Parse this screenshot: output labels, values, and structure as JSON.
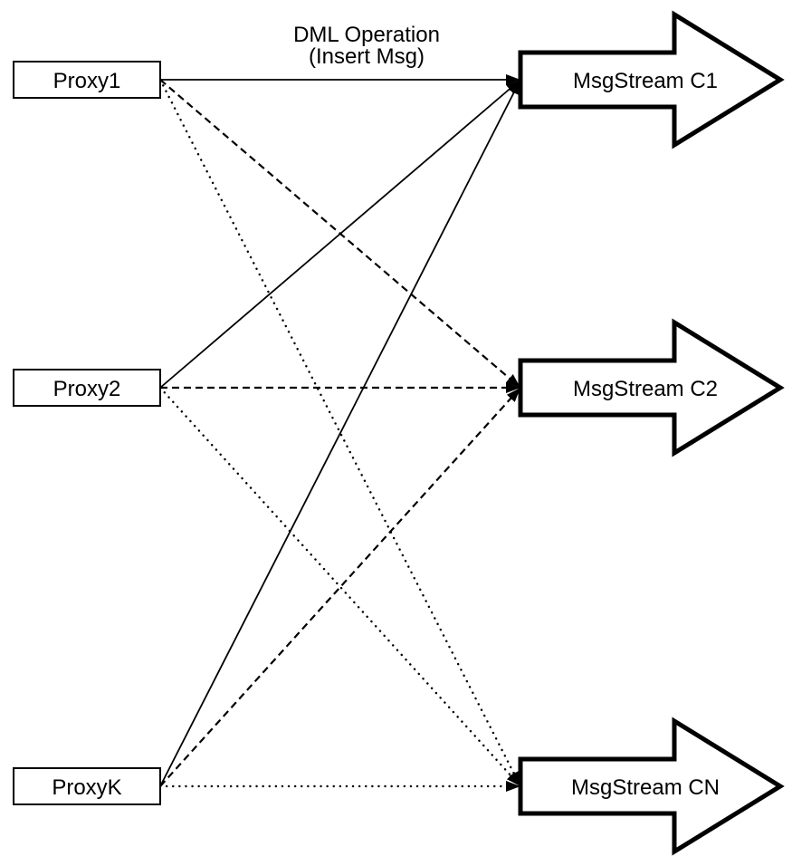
{
  "diagram": {
    "title_line1": "DML Operation",
    "title_line2": "(Insert Msg)",
    "colors": {
      "stroke": "#000000",
      "fill": "#ffffff",
      "background": "#ffffff"
    },
    "proxies": [
      {
        "label": "Proxy1"
      },
      {
        "label": "Proxy2"
      },
      {
        "label": "ProxyK"
      }
    ],
    "streams": [
      {
        "label": "MsgStream C1"
      },
      {
        "label": "MsgStream C2"
      },
      {
        "label": "MsgStream CN"
      }
    ],
    "edges": [
      {
        "from": "Proxy1",
        "to": "MsgStream C1",
        "style": "solid"
      },
      {
        "from": "Proxy1",
        "to": "MsgStream C2",
        "style": "dashed"
      },
      {
        "from": "Proxy1",
        "to": "MsgStream CN",
        "style": "dotted"
      },
      {
        "from": "Proxy2",
        "to": "MsgStream C1",
        "style": "solid"
      },
      {
        "from": "Proxy2",
        "to": "MsgStream C2",
        "style": "dashed"
      },
      {
        "from": "Proxy2",
        "to": "MsgStream CN",
        "style": "dotted"
      },
      {
        "from": "ProxyK",
        "to": "MsgStream C1",
        "style": "solid"
      },
      {
        "from": "ProxyK",
        "to": "MsgStream C2",
        "style": "dashed"
      },
      {
        "from": "ProxyK",
        "to": "MsgStream CN",
        "style": "dotted"
      }
    ]
  }
}
